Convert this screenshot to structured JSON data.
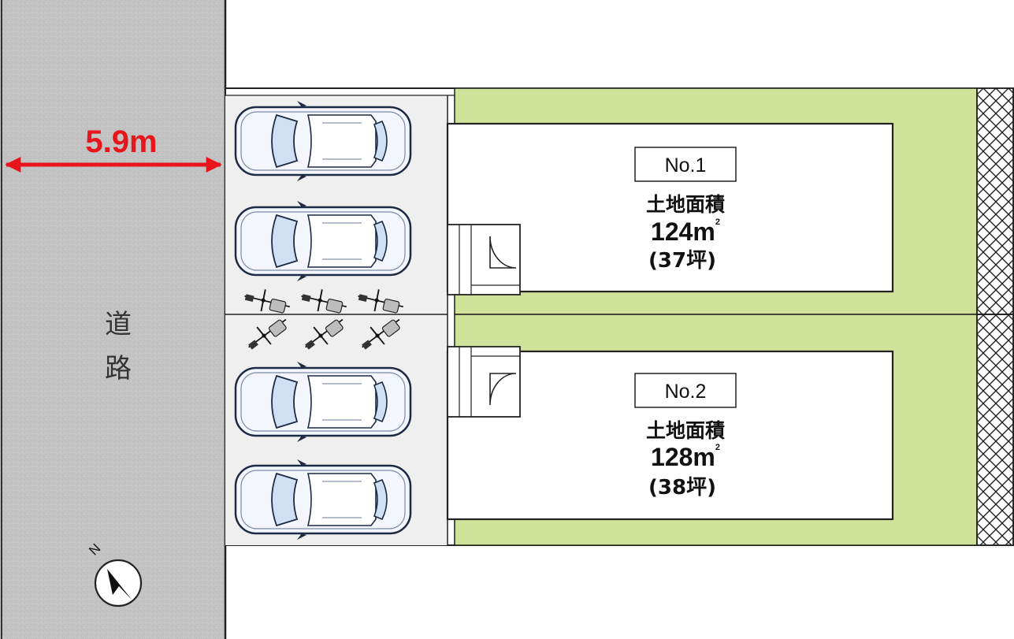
{
  "road": {
    "label_top": "道",
    "label_bottom": "路",
    "width_label": "5.9m"
  },
  "north_label": "N",
  "lots": [
    {
      "no": "No.1",
      "area_title": "土地面積",
      "area_value": "124m",
      "area_unit_sup": "2",
      "area_tsubo": "(37坪)"
    },
    {
      "no": "No.2",
      "area_title": "土地面積",
      "area_value": "128m",
      "area_unit_sup": "2",
      "area_tsubo": "(38坪)"
    }
  ],
  "colors": {
    "road": "#c3c3c3",
    "garden": "#cfe29a",
    "parking": "#efefef",
    "building": "#ffffff",
    "arrow": "#e8151b",
    "outline": "#222222"
  }
}
